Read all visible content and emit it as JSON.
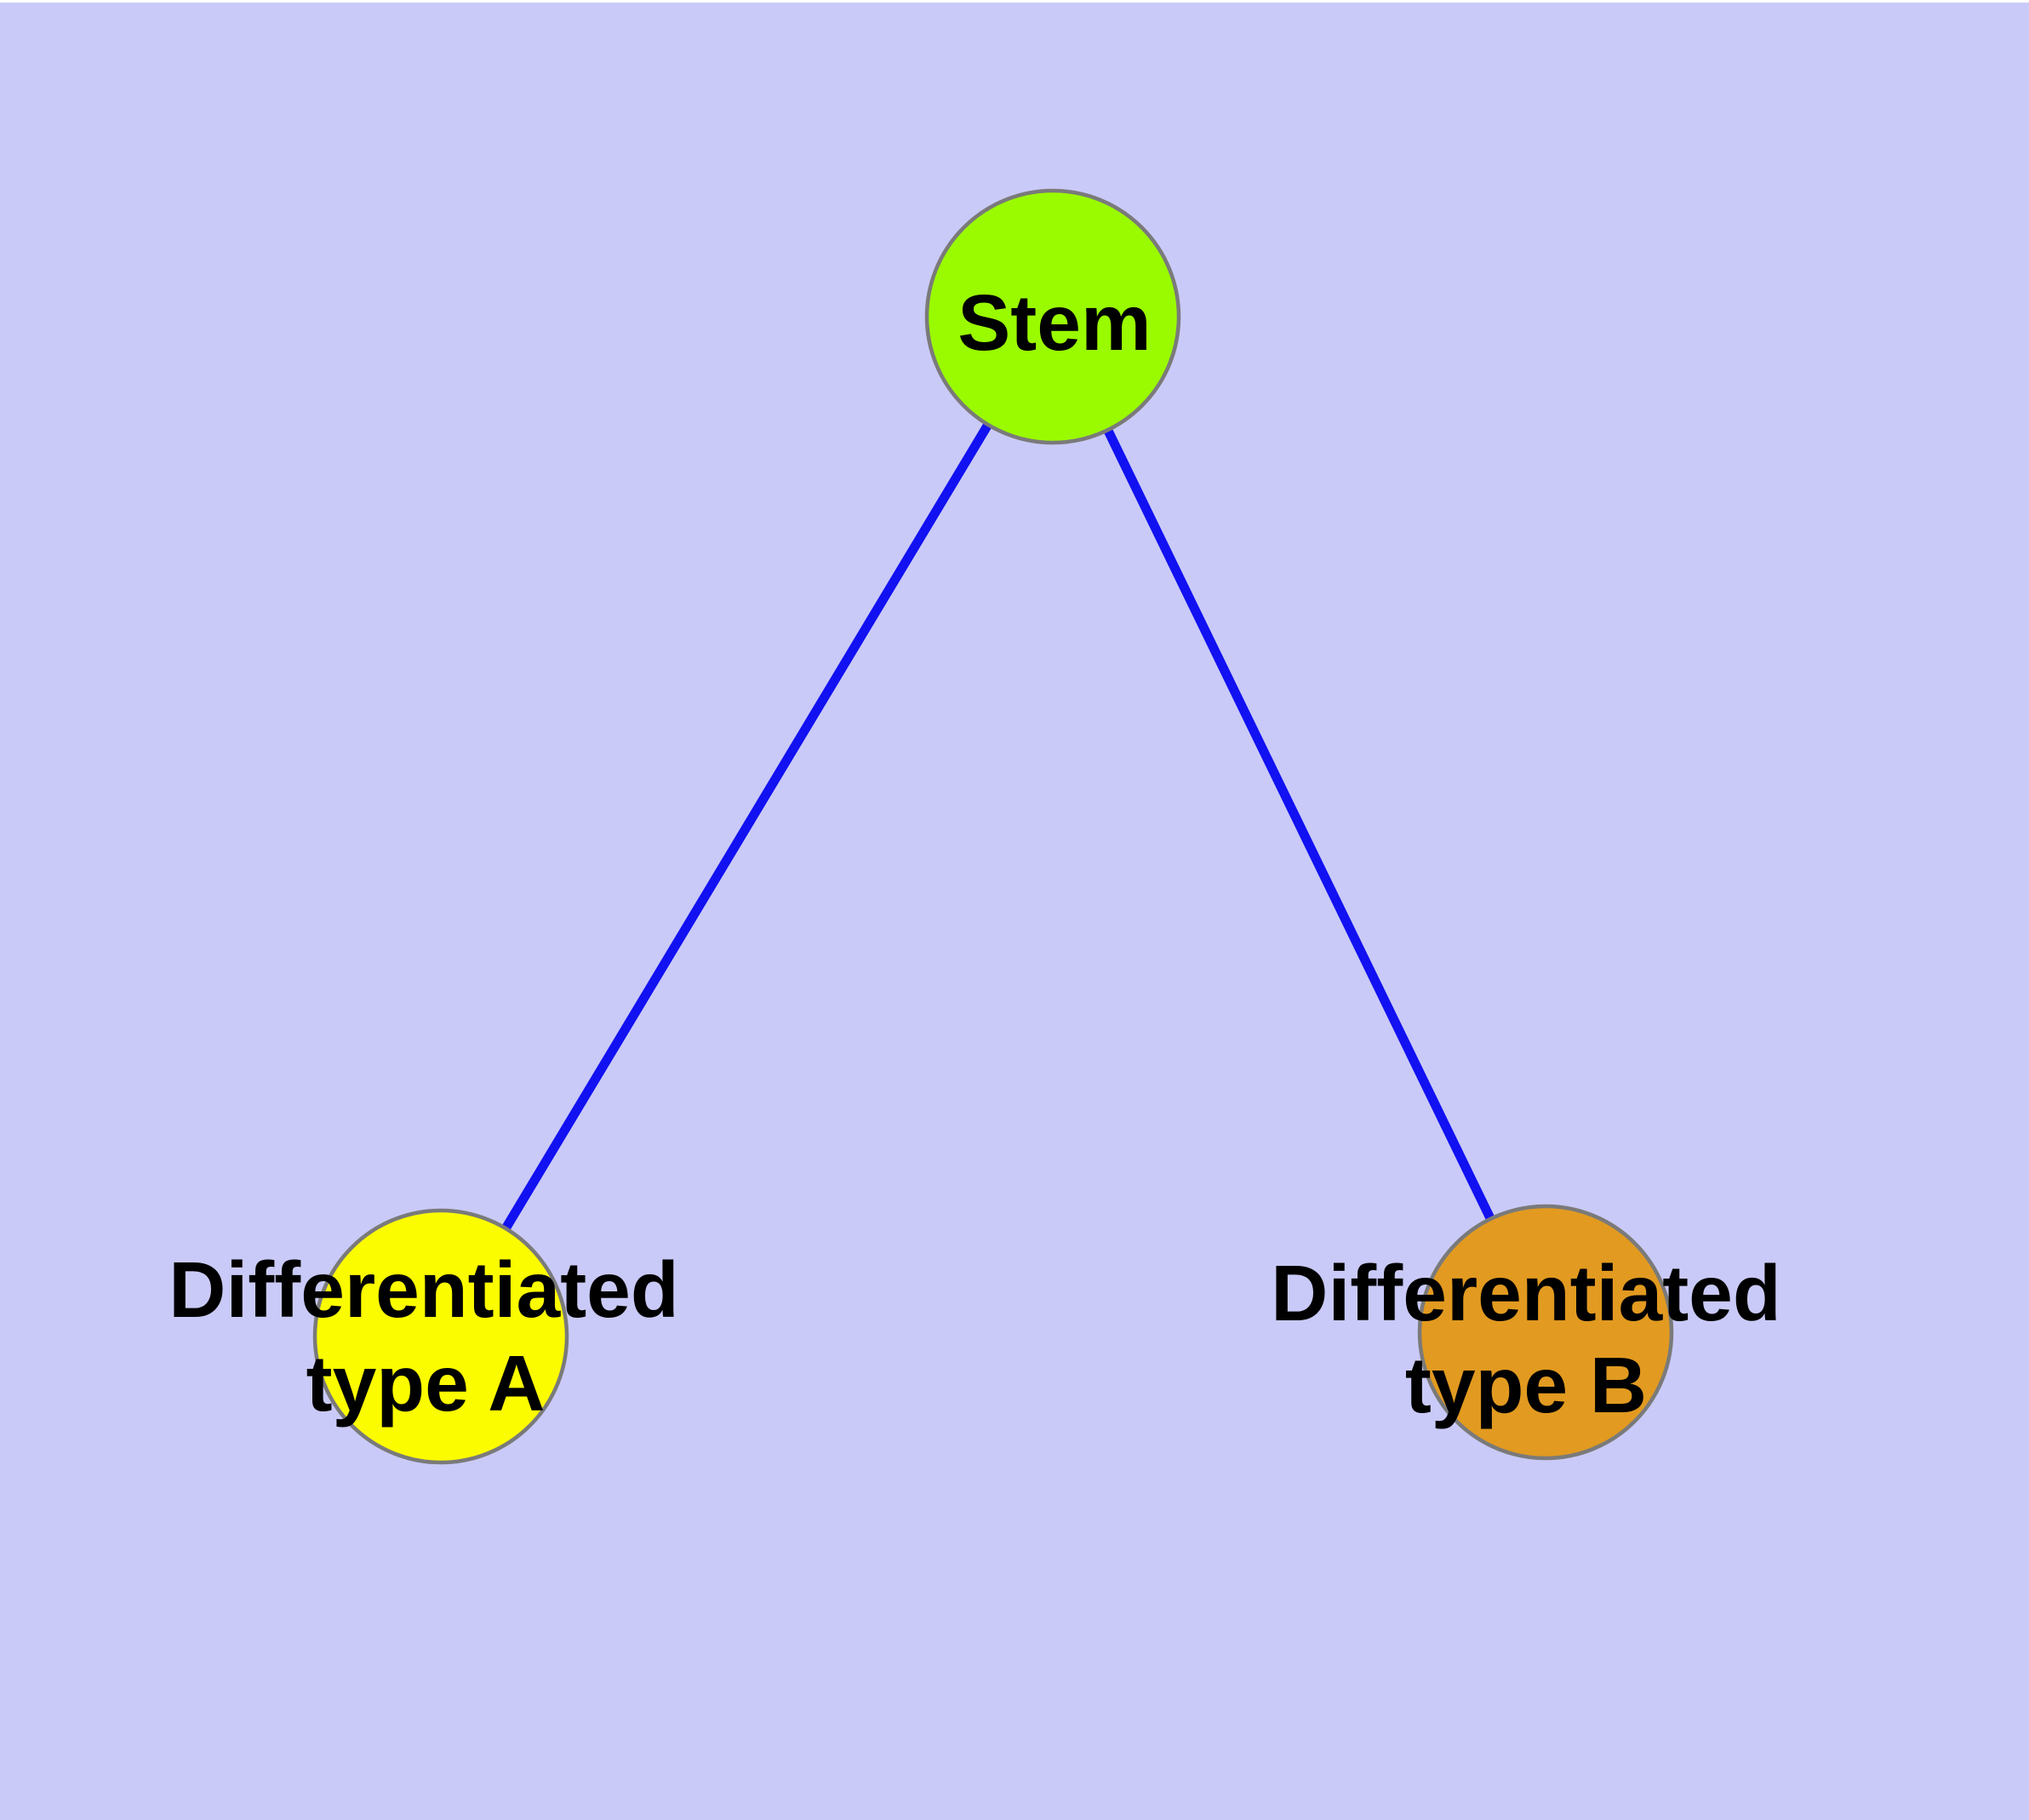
{
  "canvas": {
    "background_color": "#CACAF8",
    "top_strip_color": "#FFFFFF"
  },
  "diagram": {
    "kind": "node-link-graph",
    "edge_color": "#1111F2",
    "node_border_color": "#7A7A7A",
    "nodes": [
      {
        "id": "stem",
        "label": "Stem",
        "fill": "#9AFB00"
      },
      {
        "id": "differentiated-type-a",
        "label": "Differentiated type A",
        "label_line1": "Differentiated",
        "label_line2": "type A",
        "fill": "#FCFC00"
      },
      {
        "id": "differentiated-type-b",
        "label": "Differentiated type B",
        "label_line1": "Differentiated",
        "label_line2": "type B",
        "fill": "#E29A20"
      }
    ],
    "edges": [
      {
        "from": "stem",
        "to": "differentiated-type-a"
      },
      {
        "from": "stem",
        "to": "differentiated-type-b"
      }
    ]
  }
}
